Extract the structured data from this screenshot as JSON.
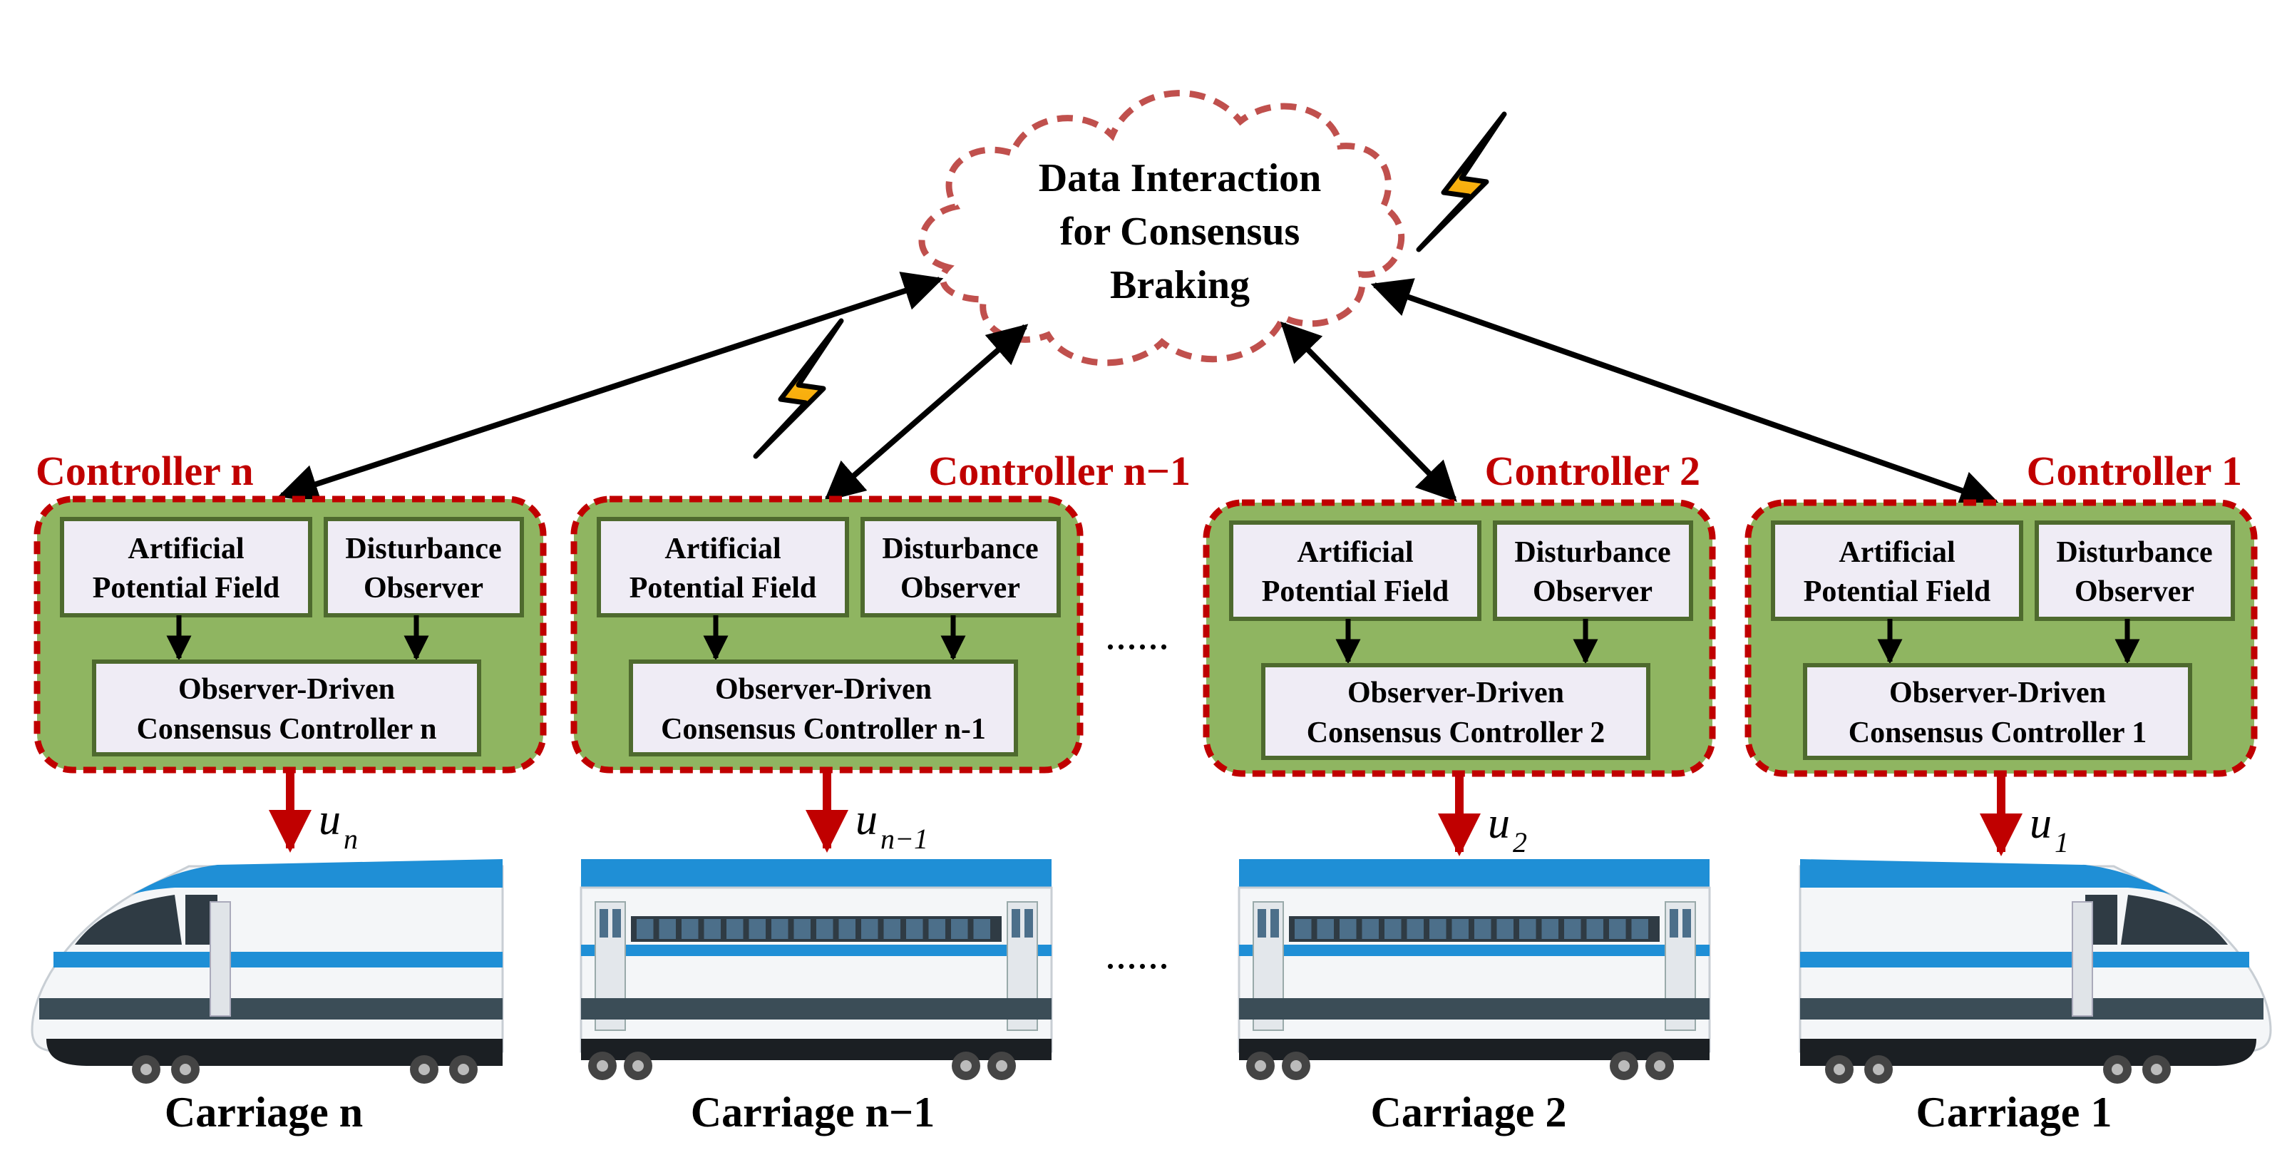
{
  "cloud": {
    "line1": "Data Interaction",
    "line2": "for Consensus",
    "line3": "Braking"
  },
  "colors": {
    "controller_fill": "#8fb561",
    "controller_border": "#c00000",
    "box_fill": "#efecf5",
    "box_border": "#4e6a2e",
    "arrow_red": "#c00000",
    "cloud_border": "#c0504d",
    "train_blue": "#1f8fd6",
    "train_gray": "#3b4d57"
  },
  "controllers": [
    {
      "label": "Controller n",
      "apf1": "Artificial",
      "apf2": "Potential Field",
      "do1": "Disturbance",
      "do2": "Observer",
      "odc1": "Observer-Driven",
      "odc2": "Consensus Controller n",
      "u": "u",
      "u_sub": "n",
      "carriage": "Carriage n",
      "train": "locomotive-left"
    },
    {
      "label": "Controller n−1",
      "apf1": "Artificial",
      "apf2": "Potential Field",
      "do1": "Disturbance",
      "do2": "Observer",
      "odc1": "Observer-Driven",
      "odc2": "Consensus Controller n-1",
      "u": "u",
      "u_sub": "n−1",
      "carriage": "Carriage n−1",
      "train": "coach"
    },
    {
      "label": "Controller 2",
      "apf1": "Artificial",
      "apf2": "Potential Field",
      "do1": "Disturbance",
      "do2": "Observer",
      "odc1": "Observer-Driven",
      "odc2": "Consensus Controller 2",
      "u": "u",
      "u_sub": "2",
      "carriage": "Carriage 2",
      "train": "coach"
    },
    {
      "label": "Controller 1",
      "apf1": "Artificial",
      "apf2": "Potential Field",
      "do1": "Disturbance",
      "do2": "Observer",
      "odc1": "Observer-Driven",
      "odc2": "Consensus Controller 1",
      "u": "u",
      "u_sub": "1",
      "carriage": "Carriage 1",
      "train": "locomotive-right"
    }
  ],
  "ellipsis_controllers": "......",
  "ellipsis_carriages": "......",
  "icons": [
    "lightning-icon",
    "lightning-icon"
  ]
}
